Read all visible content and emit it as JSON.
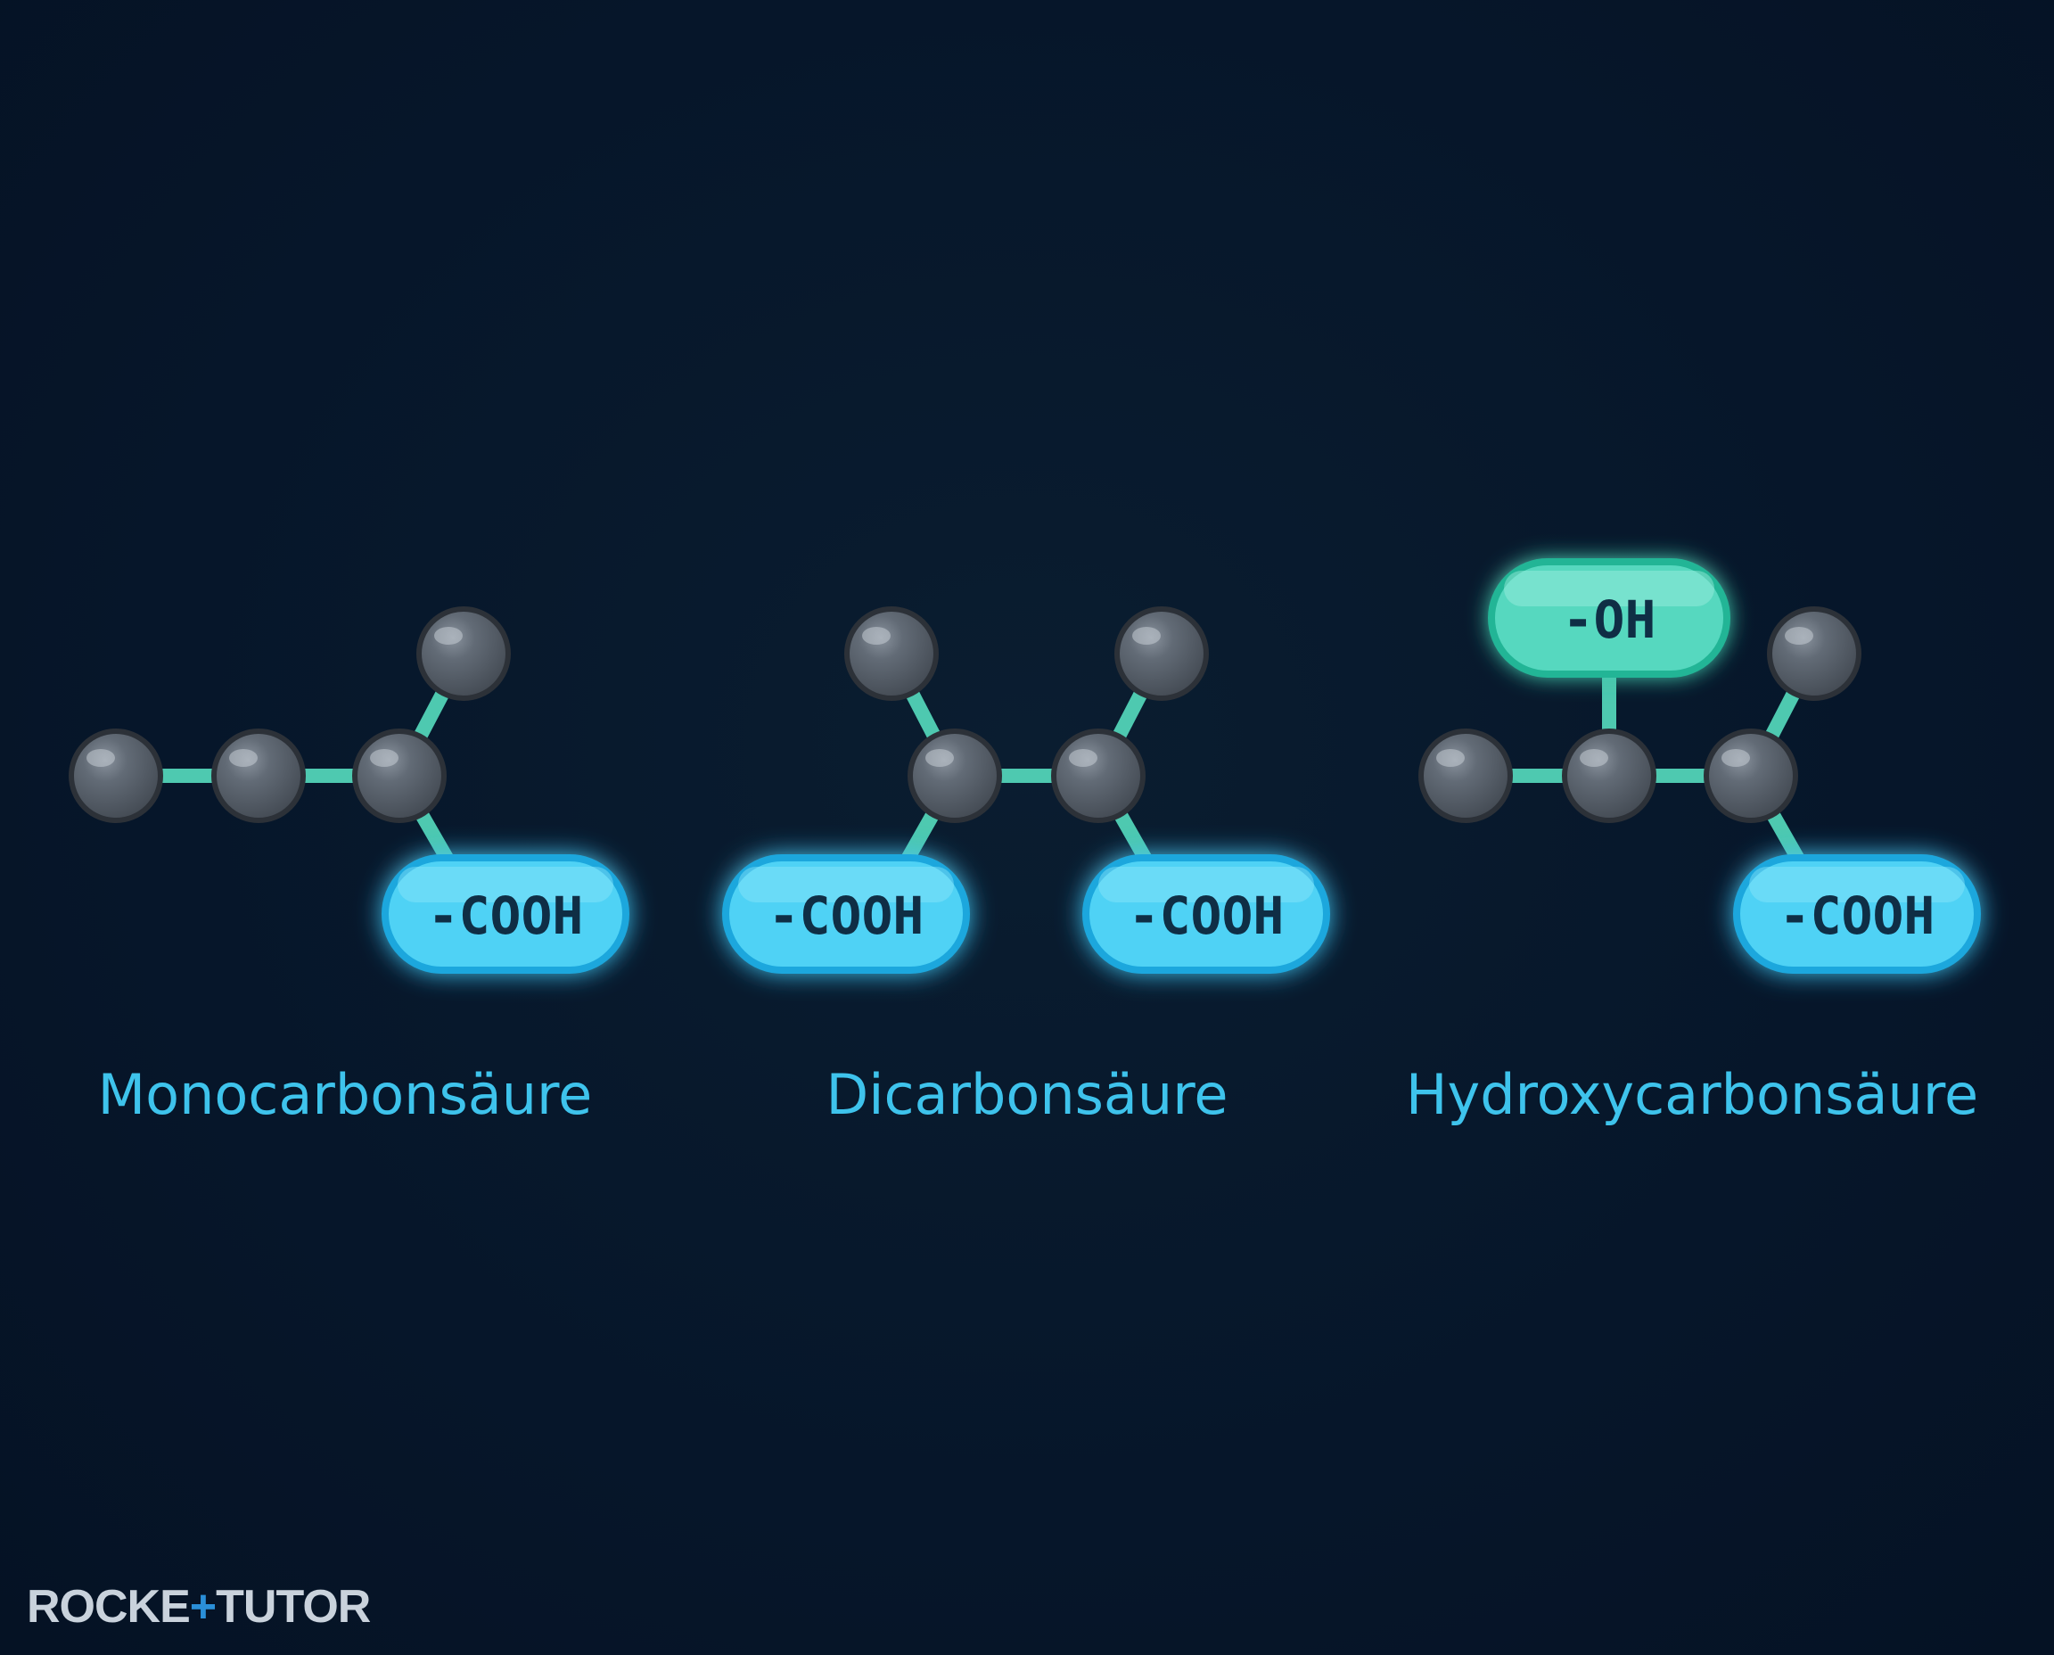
{
  "colors": {
    "background": "#07172a",
    "bond": "#4ec9b0",
    "atom": "#5b6470",
    "atom_outline": "#2c3138",
    "cooh_fill": "#4fd2f5",
    "cooh_outline": "#1aa7dd",
    "oh_fill": "#57d8bf",
    "oh_outline": "#23b596",
    "pill_text": "#0f2e45",
    "label": "#3ec3ec",
    "brand": "#c9d2dc",
    "brand_accent": "#2a8fd8"
  },
  "diagrams": [
    {
      "name": "Monocarbonsäure",
      "groups": [
        {
          "text": "-COOH",
          "kind": "cooh"
        }
      ]
    },
    {
      "name": "Dicarbonsäure",
      "groups": [
        {
          "text": "-COOH",
          "kind": "cooh"
        },
        {
          "text": "-COOH",
          "kind": "cooh"
        }
      ]
    },
    {
      "name": "Hydroxycarbonsäure",
      "groups": [
        {
          "text": "-OH",
          "kind": "oh"
        },
        {
          "text": "-COOH",
          "kind": "cooh"
        }
      ]
    }
  ],
  "brand": {
    "part1": "ROCKE",
    "accent": "+",
    "part2": "TUTOR"
  }
}
